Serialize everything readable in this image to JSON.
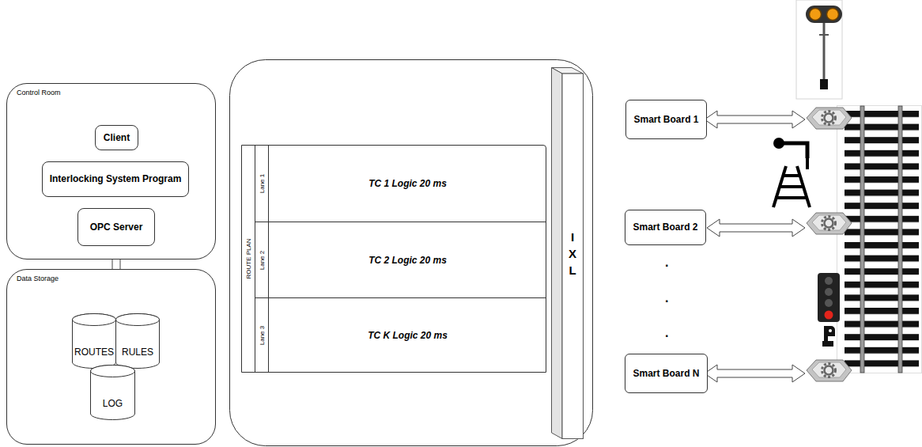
{
  "diagram": {
    "nodes": [
      {
        "text": [
          "Control Room"
        ]
      },
      {
        "text": [
          "Client"
        ],
        "in": 0
      },
      {
        "text": [
          "Interlocking System Program"
        ],
        "in": 0
      },
      {
        "text": [
          "OPC Server"
        ],
        "in": 0
      },
      {
        "text": [
          "Data Storage"
        ]
      },
      {
        "text": [
          "ROUTES"
        ],
        "in": 4
      },
      {
        "text": [
          "RULES"
        ],
        "in": 4
      },
      {
        "text": [
          "LOG"
        ],
        "in": 4
      },
      {
        "text": [
          "ROUTE PLAN"
        ]
      },
      {
        "text": [
          "Lane 1",
          "TC 1 Logic 20 ms"
        ],
        "in": 8
      },
      {
        "text": [
          "Lane 2",
          "TC 2 Logic 20 ms"
        ],
        "in": 8
      },
      {
        "text": [
          "Lane 3",
          "TC K Logic 20 ms"
        ],
        "in": 8
      },
      {
        "text": [
          "I X L"
        ]
      },
      {
        "text": [
          "Smart Board 1"
        ]
      },
      {
        "text": [
          "Smart Board 2"
        ]
      },
      {
        "text": [
          "Smart Board N"
        ]
      }
    ],
    "edges": [
      {
        "from": 3,
        "to": 5,
        "arrow": "both"
      }
    ],
    "labels": [
      ".",
      ".",
      "."
    ]
  }
}
